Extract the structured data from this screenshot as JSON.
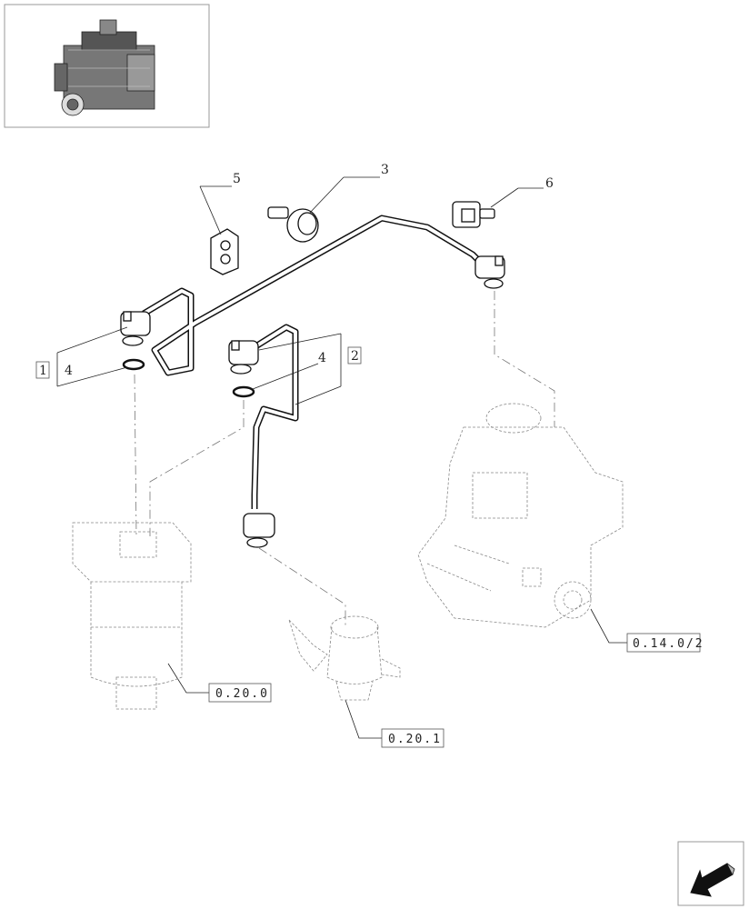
{
  "parts": [
    {
      "id": "p1",
      "callout": "1"
    },
    {
      "id": "p2",
      "callout": "2"
    },
    {
      "id": "p3",
      "callout": "3"
    },
    {
      "id": "p4a",
      "callout": "4"
    },
    {
      "id": "p4b",
      "callout": "4"
    },
    {
      "id": "p5",
      "callout": "5"
    },
    {
      "id": "p6",
      "callout": "6"
    }
  ],
  "references": {
    "injection_pump": "0.14.0/2",
    "fuel_filter": "0.20.0",
    "feed_pump": "0.20.1"
  },
  "icons": {
    "engine_thumbnail": "engine-icon",
    "navigation": "arrow-icon"
  }
}
